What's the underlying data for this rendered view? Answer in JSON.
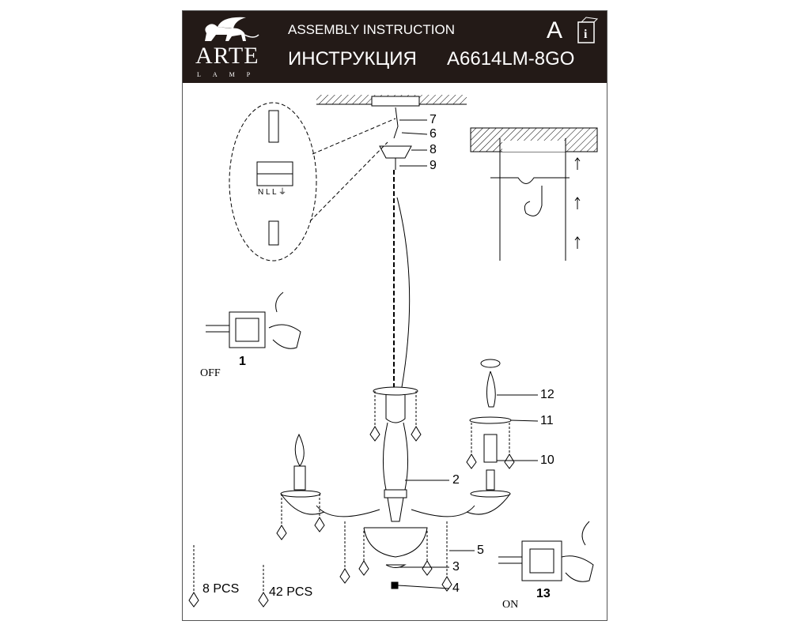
{
  "header": {
    "brand": "ARTE",
    "brand_sub": "LAMP",
    "title_en": "ASSEMBLY INSTRUCTION",
    "title_ru": "ИНСТРУКЦИЯ",
    "model": "A6614LM-8GO",
    "lang": "A",
    "info_icon": "manual-info-icon"
  },
  "callouts": {
    "c7": "7",
    "c6": "6",
    "c8": "8",
    "c9": "9",
    "c12": "12",
    "c11": "11",
    "c10": "10",
    "c2": "2",
    "c5": "5",
    "c3": "3",
    "c4": "4"
  },
  "steps": {
    "off_number": "1",
    "off_label": "OFF",
    "on_number": "13",
    "on_label": "ON"
  },
  "parts": {
    "crystal_long_qty": "8 PCS",
    "crystal_short_qty": "42 PCS"
  },
  "colors": {
    "header_bg": "#231a17",
    "line": "#000000"
  }
}
